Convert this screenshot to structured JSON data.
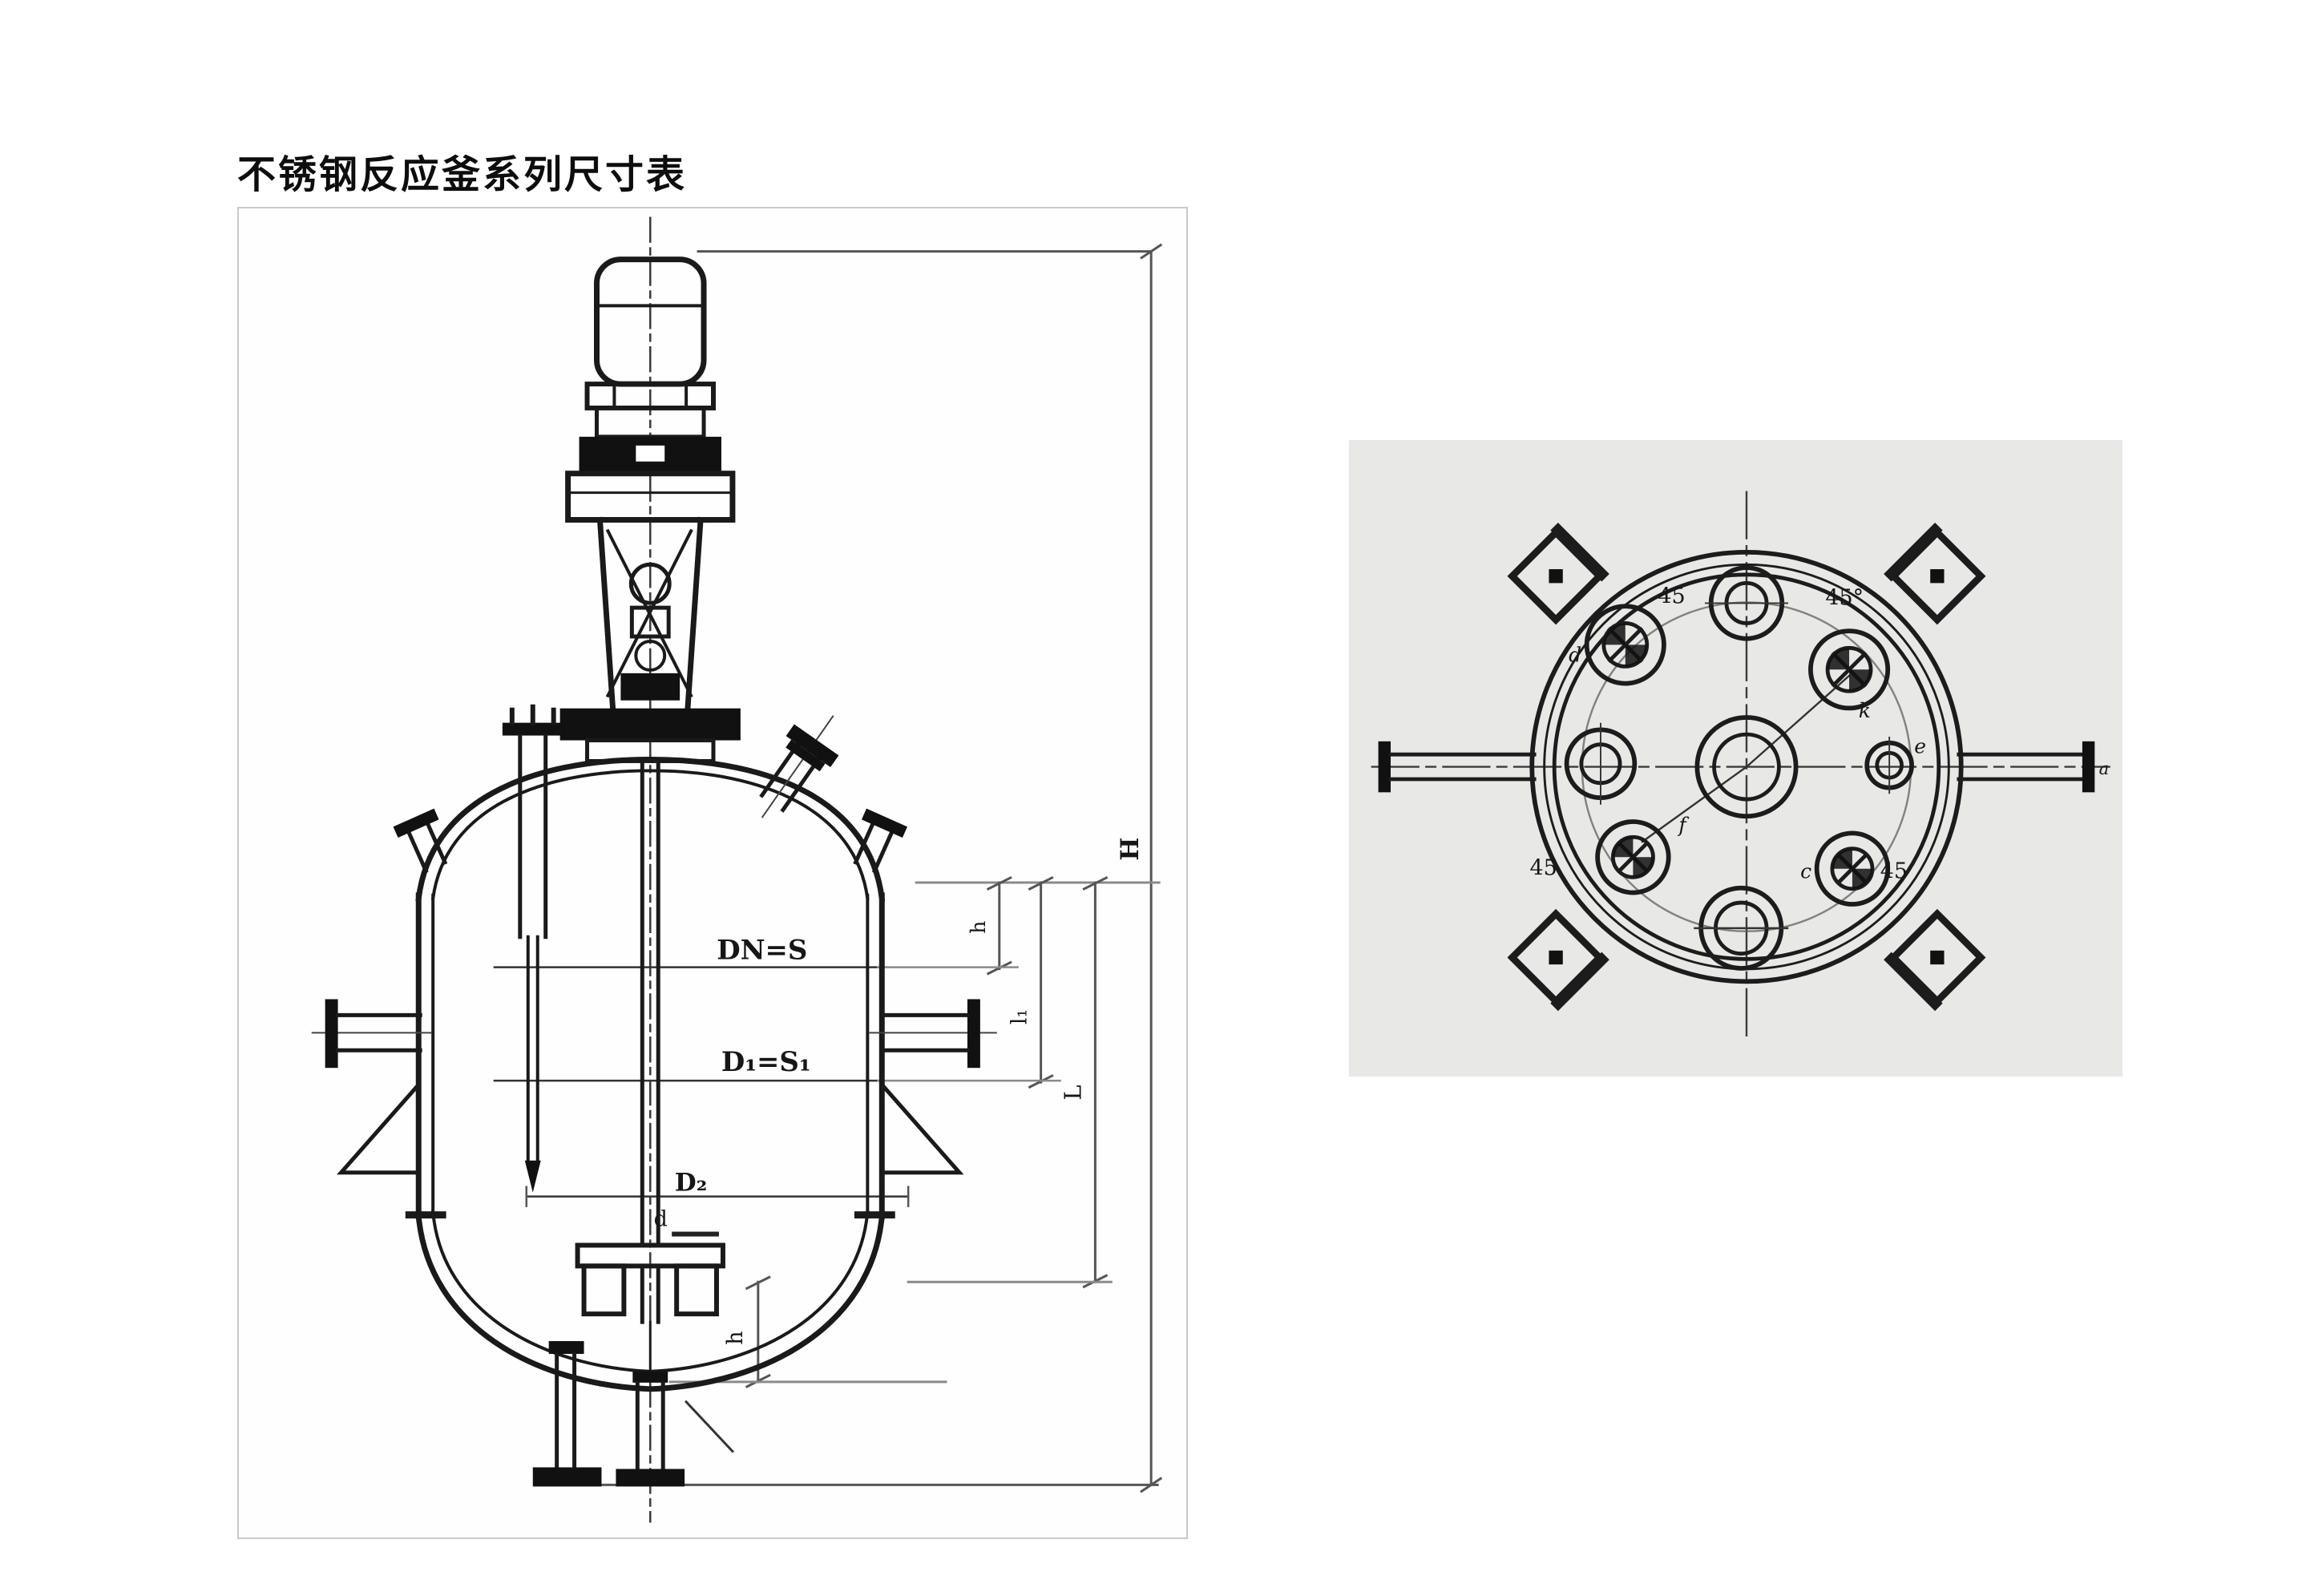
{
  "page": {
    "title": "不锈钢反应釜系列尺寸表",
    "background_color": "#ffffff",
    "ink_color": "#1a1a1a",
    "construction_line_color": "#8a8a8a",
    "side_panel_border_color": "#c9c9c9",
    "top_view_background": "#e8e8e7"
  },
  "side_view": {
    "name": "reactor-elevation-drawing",
    "dimension_labels": {
      "dn_s": "DN=S",
      "d1_s1": "D₁=S₁",
      "d2": "D₂",
      "shaft_d": "d",
      "bottom_h": "h",
      "right_h": "h",
      "right_l1": "l₁",
      "right_L": "L",
      "right_H": "H"
    }
  },
  "top_view": {
    "name": "head-flange-nozzle-layout",
    "angle_labels": {
      "top_left": "45",
      "top_right": "45°",
      "bottom_left": "45",
      "bottom_right": "45"
    },
    "nozzle_labels": {
      "d": "d",
      "e": "e",
      "c": "c",
      "f": "f",
      "k": "k",
      "a": "a"
    }
  }
}
